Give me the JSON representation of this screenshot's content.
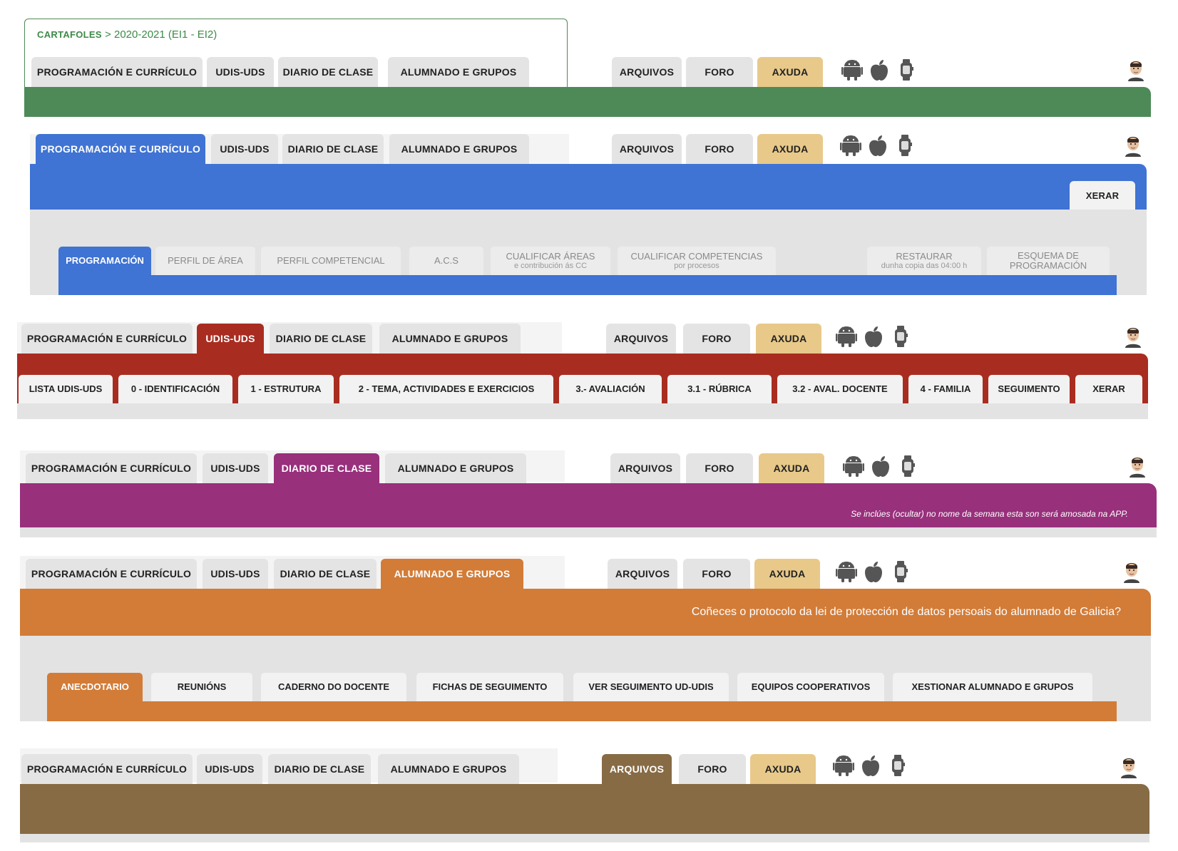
{
  "breadcrumb": {
    "root": "CARTAFOLES",
    "separator": ">",
    "current": "2020-2021 (EI1 - EI2)"
  },
  "main_tabs": {
    "programacion": "PROGRAMACIÓN E CURRÍCULO",
    "udis": "UDIS-UDS",
    "diario": "DIARIO DE CLASE",
    "alumnado": "ALUMNADO E GRUPOS",
    "arquivos": "ARQUIVOS",
    "foro": "FORO",
    "axuda": "AXUDA"
  },
  "icons": [
    "android-icon",
    "apple-icon",
    "watch-icon",
    "user-avatar"
  ],
  "colors": {
    "green": "#4e8a58",
    "blue": "#3f73d4",
    "red": "#a92c20",
    "purple": "#98307c",
    "orange": "#d27c38",
    "brown": "#876b45",
    "help_tab": "#e8c98a",
    "tab_bg": "#e4e4e4"
  },
  "panel_blue": {
    "xerar": "XERAR",
    "subtabs": {
      "programacion": "PROGRAMACIÓN",
      "perfil_area": "PERFIL DE ÁREA",
      "perfil_competencial": "PERFIL COMPETENCIAL",
      "acs": "A.C.S",
      "cualificar_areas": "CUALIFICAR ÁREAS",
      "cualificar_areas_sub": "e contribución ás CC",
      "cualificar_competencias": "CUALIFICAR COMPETENCIAS",
      "cualificar_competencias_sub": "por procesos",
      "restaurar": "RESTAURAR",
      "restaurar_sub": "dunha copia das 04:00 h",
      "esquema_1": "ESQUEMA DE",
      "esquema_2": "PROGRAMACIÓN"
    }
  },
  "panel_red": {
    "subtabs": {
      "lista": "LISTA UDIS-UDS",
      "identificacion": "0 - IDENTIFICACIÓN",
      "estrutura": "1 - ESTRUTURA",
      "tema": "2 - TEMA, ACTIVIDADES E EXERCICIOS",
      "avaliacion": "3.- AVALIACIÓN",
      "rubrica": "3.1 - RÚBRICA",
      "aval_docente": "3.2 - AVAL. DOCENTE",
      "familia": "4 - FAMILIA",
      "seguimento": "SEGUIMENTO",
      "xerar": "XERAR"
    }
  },
  "panel_purple": {
    "notice": "Se inclúes (ocultar) no nome da semana esta son será amosada na APP."
  },
  "panel_orange": {
    "notice": "Coñeces o protocolo da lei de protección de datos persoais do alumnado de Galicia?",
    "subtabs": {
      "anecdotario": "ANECDOTARIO",
      "reunions": "REUNIÓNS",
      "caderno": "CADERNO DO DOCENTE",
      "fichas": "FICHAS DE SEGUIMENTO",
      "ver_seguimento": "VER SEGUIMENTO UD-UDIS",
      "equipos": "EQUIPOS COOPERATIVOS",
      "xestionar": "XESTIONAR ALUMNADO E GRUPOS"
    }
  }
}
